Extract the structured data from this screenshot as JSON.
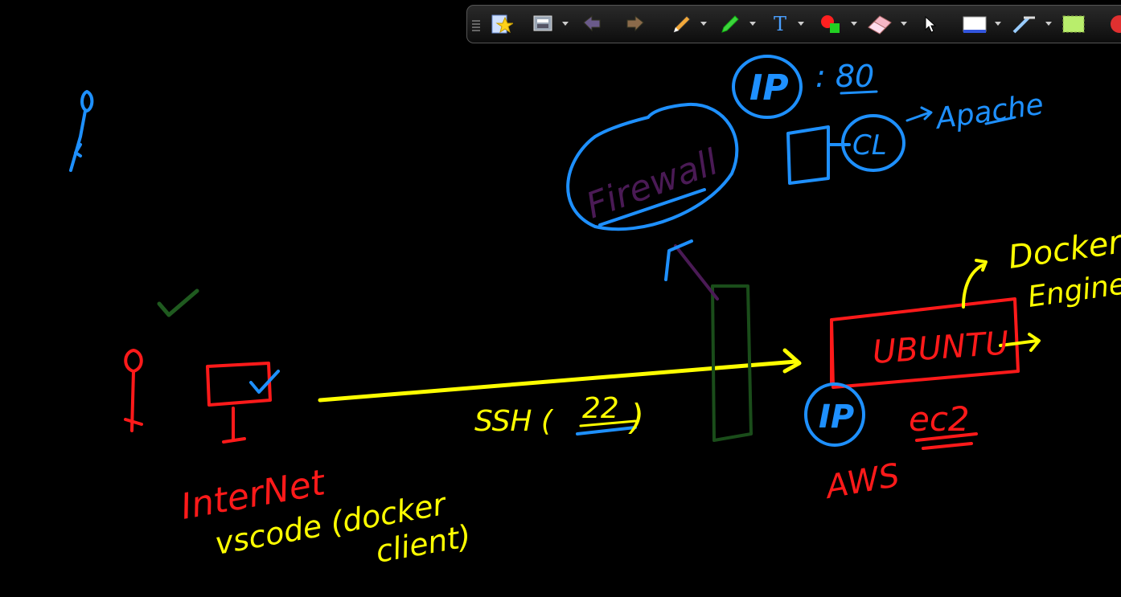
{
  "toolbar": {
    "tools": [
      {
        "name": "new-page-star-icon"
      },
      {
        "name": "screen-capture-icon"
      },
      {
        "name": "undo-icon"
      },
      {
        "name": "redo-icon"
      },
      {
        "name": "pen-icon"
      },
      {
        "name": "highlighter-icon"
      },
      {
        "name": "text-tool-icon",
        "glyph": "T"
      },
      {
        "name": "shapes-icon"
      },
      {
        "name": "eraser-icon"
      },
      {
        "name": "pointer-icon"
      },
      {
        "name": "screen-background-icon"
      },
      {
        "name": "line-width-icon"
      },
      {
        "name": "fill-color-icon"
      },
      {
        "name": "record-icon"
      }
    ]
  },
  "annotations": {
    "ip_top": "IP",
    "port_80": ": 80",
    "cl": "CL",
    "apache": "Apache",
    "firewall": "Firewall",
    "docker": "Docker",
    "engine": "Engine",
    "ubuntu": "UBUNTU",
    "ip_bottom": "IP",
    "ec2": "ec2",
    "aws": "AWS",
    "ssh": "SSH (",
    "ssh_port": "22",
    "ssh_close": ")",
    "internet": "InterNet",
    "vscode": "vscode (docker",
    "client": "client)"
  },
  "colors": {
    "blue": "#1e90ff",
    "red": "#ff1a1a",
    "yellow": "#ffff00",
    "purple": "#4a1a55",
    "dark_green": "#1a4d1a",
    "green": "#1f5a1f"
  }
}
